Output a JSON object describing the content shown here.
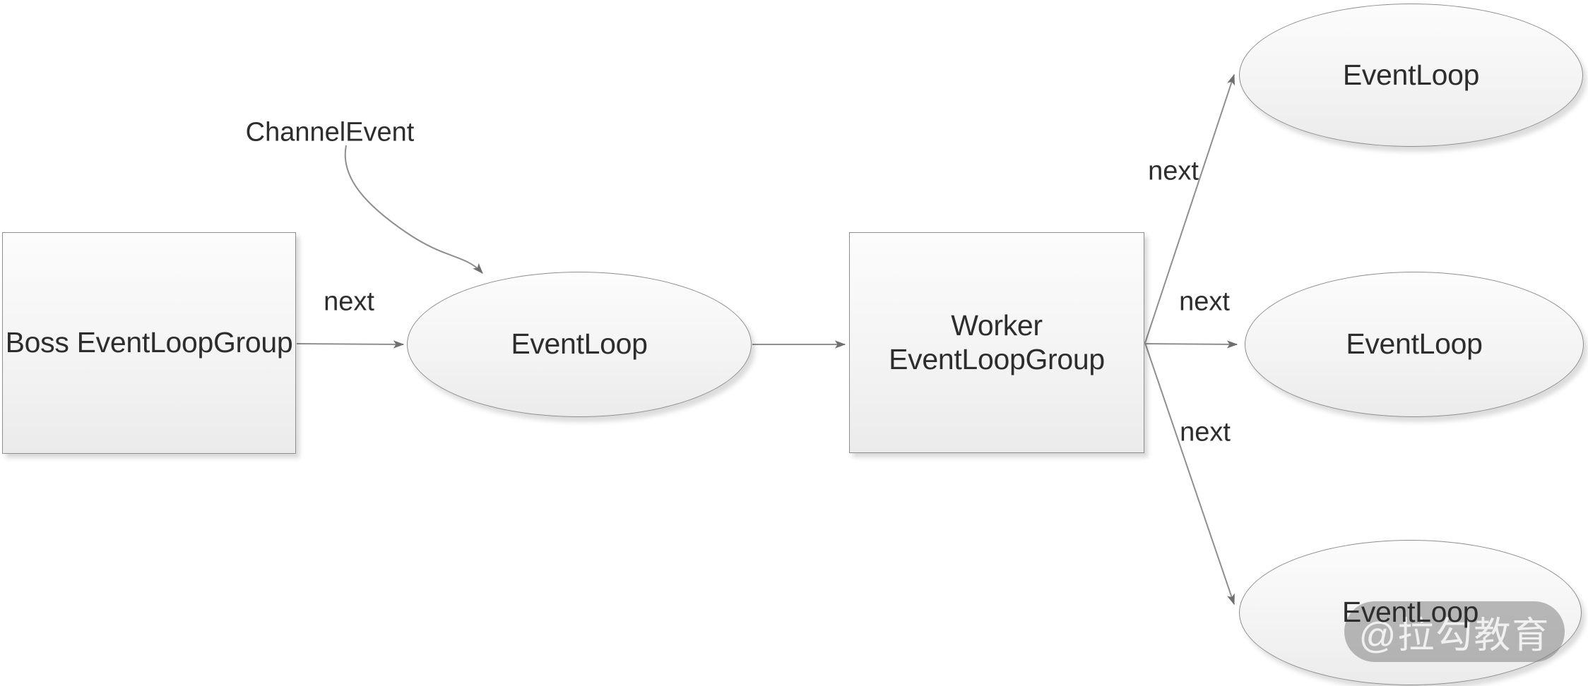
{
  "diagram": {
    "nodes": {
      "boss_group": {
        "shape": "rectangle",
        "label": "Boss EventLoopGroup"
      },
      "main_eventloop": {
        "shape": "ellipse",
        "label": "EventLoop"
      },
      "worker_group": {
        "shape": "rectangle",
        "label_line1": "Worker",
        "label_line2": "EventLoopGroup"
      },
      "eventloop_top": {
        "shape": "ellipse",
        "label": "EventLoop"
      },
      "eventloop_middle": {
        "shape": "ellipse",
        "label": "EventLoop"
      },
      "eventloop_bottom": {
        "shape": "ellipse",
        "label": "EventLoop"
      }
    },
    "connections": [
      {
        "from": "boss_group",
        "to": "main_eventloop",
        "label": "next"
      },
      {
        "from": "channel_event",
        "to": "main_eventloop",
        "label": ""
      },
      {
        "from": "main_eventloop",
        "to": "worker_group",
        "label": ""
      },
      {
        "from": "worker_group",
        "to": "eventloop_top",
        "label": "next"
      },
      {
        "from": "worker_group",
        "to": "eventloop_middle",
        "label": "next"
      },
      {
        "from": "worker_group",
        "to": "eventloop_bottom",
        "label": "next"
      }
    ],
    "annotation": {
      "channel_event": "ChannelEvent"
    }
  },
  "watermark": {
    "text": "@拉勾教育"
  },
  "colors": {
    "background": "#ffffff",
    "node_border": "#8e8e8e",
    "node_fill_top": "#fcfcfc",
    "node_fill_bottom": "#ebebeb",
    "arrow": "#8f8f8f",
    "arrowhead": "#6f6f6f",
    "text": "#2d2d2d",
    "watermark_bg": "rgba(130,130,130,0.55)",
    "watermark_text": "rgba(255,255,255,0.8)"
  }
}
